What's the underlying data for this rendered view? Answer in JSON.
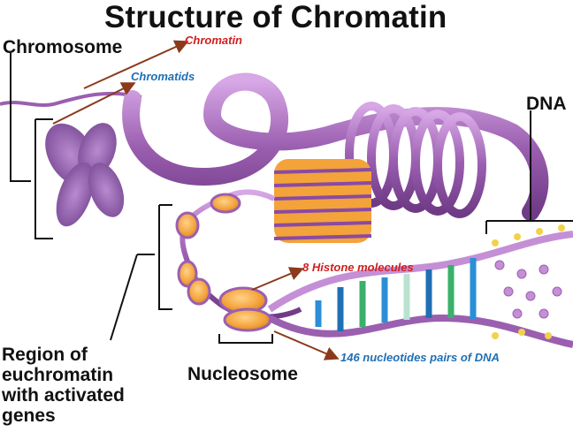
{
  "title": "Structure of Chromatin",
  "labels": {
    "chromosome": "Chromosome",
    "chromatin": "Chromatin",
    "chromatids": "Chromatids",
    "dna": "DNA",
    "histones": "8 Histone molecules",
    "region": "Region of\neuchromatin\nwith activated\ngenes",
    "nucleosome": "Nucleosome",
    "nucleotides": "146 nucleotides pairs of DNA"
  },
  "colors": {
    "chromatin_purple": "#9b5fb0",
    "histone_orange": "#f3a33a",
    "arrow_brown": "#8b3a1a",
    "label_red": "#d11f1f",
    "label_blue": "#1f6fb4"
  }
}
